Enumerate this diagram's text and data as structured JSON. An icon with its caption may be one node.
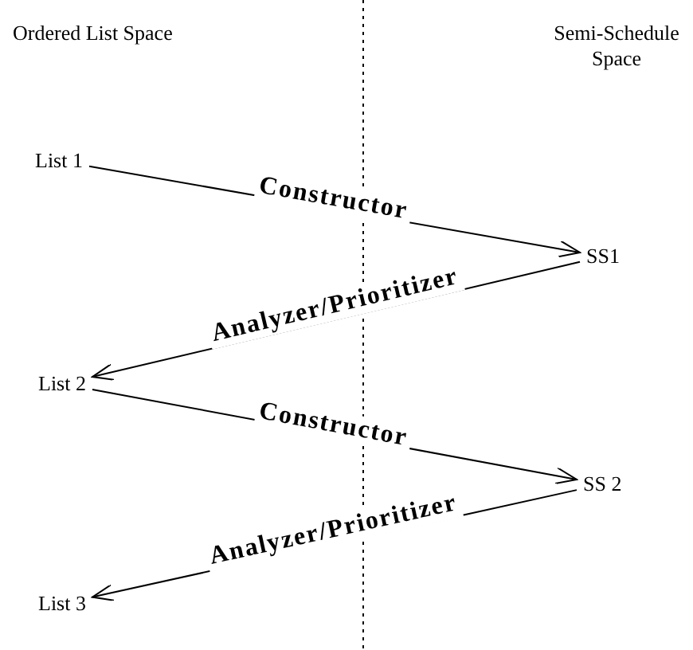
{
  "diagram": {
    "nodes": [
      {
        "text": [
          "List 1"
        ]
      },
      {
        "text": [
          "SS1"
        ]
      },
      {
        "text": [
          "List 2"
        ]
      },
      {
        "text": [
          "SS 2"
        ]
      },
      {
        "text": [
          "List 3"
        ]
      }
    ],
    "edges": [
      {
        "from": 0,
        "to": 1,
        "arrow": "to",
        "label": "Constructor"
      },
      {
        "from": 1,
        "to": 2,
        "arrow": "to",
        "label": "Analyzer/Prioritizer"
      },
      {
        "from": 2,
        "to": 3,
        "arrow": "to",
        "label": "Constructor"
      },
      {
        "from": 3,
        "to": 4,
        "arrow": "to",
        "label": "Analyzer/Prioritizer"
      }
    ],
    "labels": [
      "Ordered List Space",
      "Semi-Schedule Space"
    ]
  }
}
